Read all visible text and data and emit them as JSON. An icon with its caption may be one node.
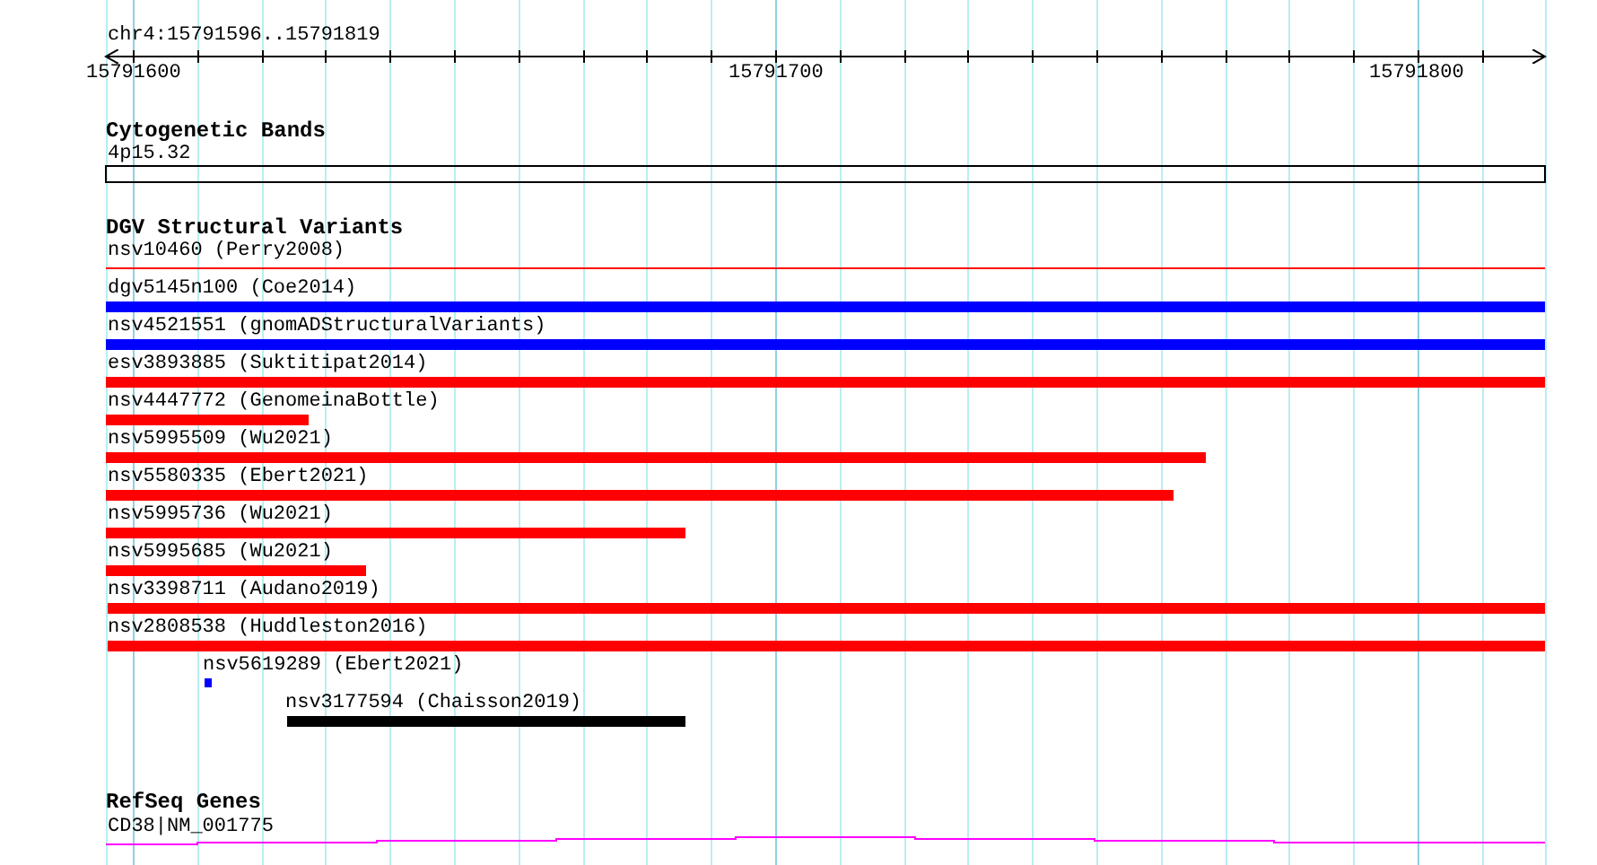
{
  "diagram": {
    "labels": [
      "chr4:15791596..15791819",
      "15791600",
      "15791700",
      "15791800",
      "Cytogenetic Bands",
      "4p15.32",
      "DGV Structural Variants",
      "nsv10460 (Perry2008)",
      "dgv5145n100 (Coe2014)",
      "nsv4521551 (gnomADStructuralVariants)",
      "esv3893885 (Suktitipat2014)",
      "nsv4447772 (GenomeinaBottle)",
      "nsv5995509 (Wu2021)",
      "nsv5580335 (Ebert2021)",
      "nsv5995736 (Wu2021)",
      "nsv5995685 (Wu2021)",
      "nsv3398711 (Audano2019)",
      "nsv2808538 (Huddleston2016)",
      "nsv5619289 (Ebert2021)",
      "nsv3177594 (Chaisson2019)",
      "RefSeq Genes",
      "CD38|NM_001775"
    ]
  }
}
